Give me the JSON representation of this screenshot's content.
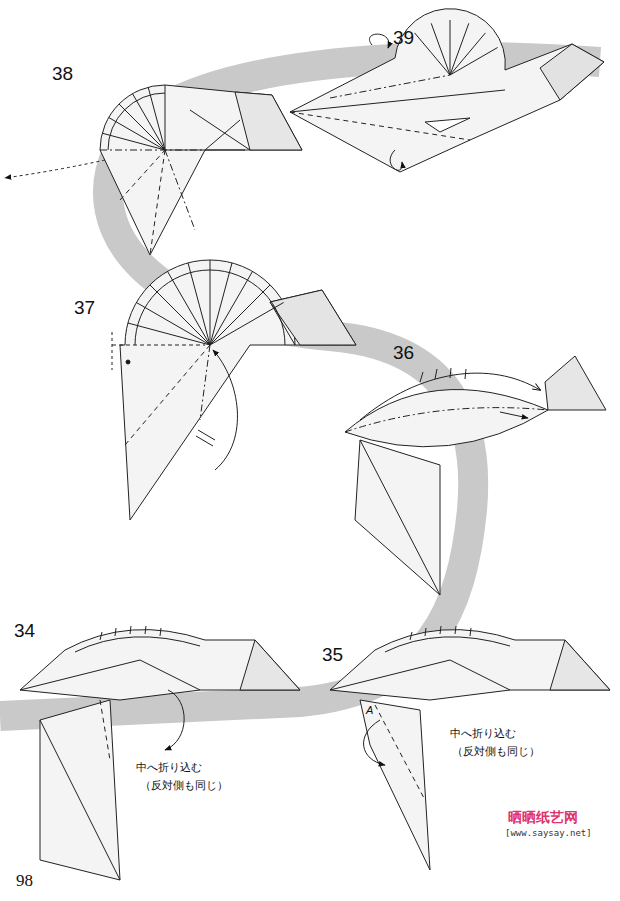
{
  "diagram": {
    "labels": [
      "38",
      "39",
      "37",
      "36",
      "34",
      "35",
      "中へ折り込む",
      "（反対側も同じ）",
      "中へ折り込む",
      "（反対側も同じ）",
      "A",
      "98",
      "晒晒纸艺网",
      "[www.saysay.net]"
    ]
  }
}
